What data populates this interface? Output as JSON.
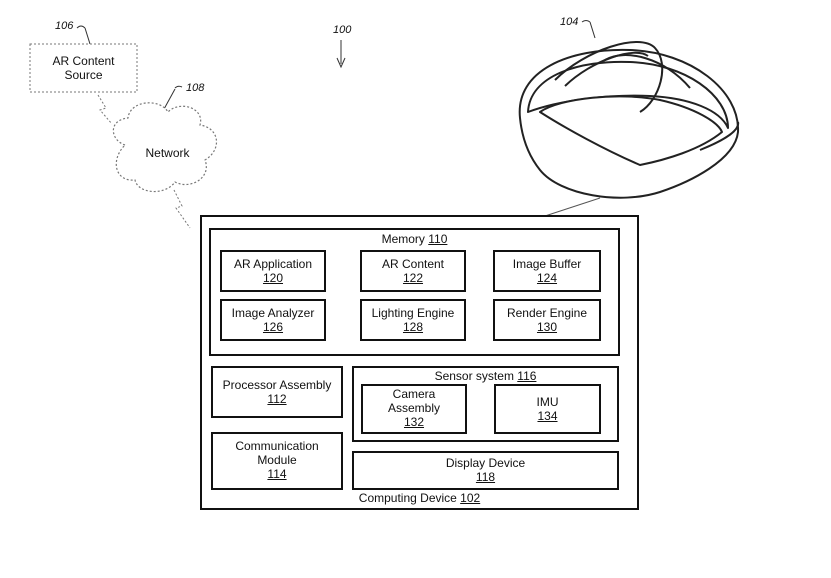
{
  "figure": {
    "system_ref": "100",
    "headset_ref": "104",
    "source": {
      "ref": "106",
      "line1": "AR Content",
      "line2": "Source"
    },
    "network": {
      "ref": "108",
      "label": "Network"
    },
    "computing_device": {
      "label": "Computing Device",
      "ref": "102"
    },
    "memory": {
      "label": "Memory",
      "ref": "110"
    },
    "modules": {
      "ar_application": {
        "label": "AR Application",
        "ref": "120"
      },
      "ar_content": {
        "label": "AR Content",
        "ref": "122"
      },
      "image_buffer": {
        "label": "Image Buffer",
        "ref": "124"
      },
      "image_analyzer": {
        "label": "Image Analyzer",
        "ref": "126"
      },
      "lighting_engine": {
        "label": "Lighting Engine",
        "ref": "128"
      },
      "render_engine": {
        "label": "Render Engine",
        "ref": "130"
      }
    },
    "processor": {
      "label": "Processor Assembly",
      "ref": "112"
    },
    "communication": {
      "line1": "Communication",
      "line2": "Module",
      "ref": "114"
    },
    "sensor_system": {
      "label": "Sensor system",
      "ref": "116"
    },
    "camera": {
      "line1": "Camera",
      "line2": "Assembly",
      "ref": "132"
    },
    "imu": {
      "label": "IMU",
      "ref": "134"
    },
    "display": {
      "label": "Display Device",
      "ref": "118"
    }
  }
}
